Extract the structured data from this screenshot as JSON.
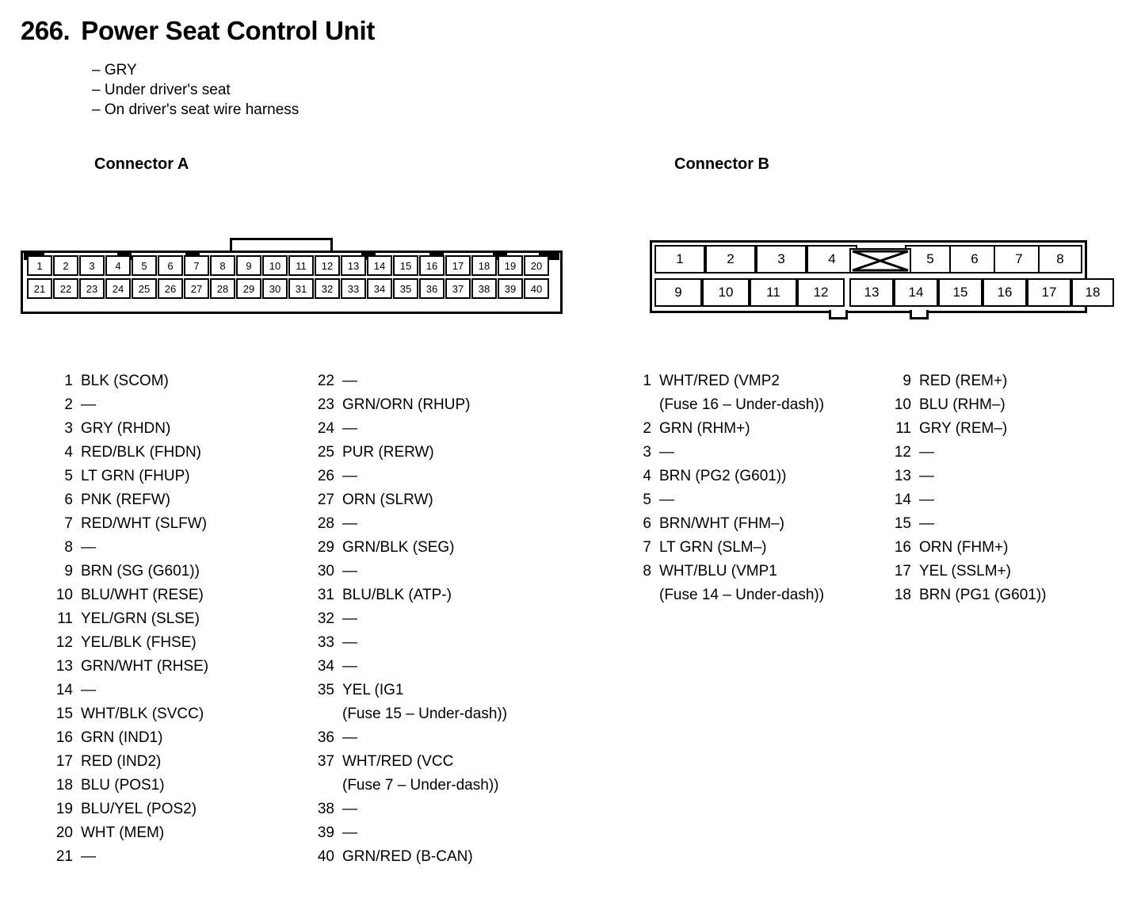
{
  "title": {
    "number": "266.",
    "text": "Power Seat Control Unit"
  },
  "subnotes": [
    "– GRY",
    "– Under driver's seat",
    "– On driver's seat wire harness"
  ],
  "connectors": {
    "a": {
      "heading": "Connector A",
      "pins_top": [
        "1",
        "2",
        "3",
        "4",
        "5",
        "6",
        "7",
        "8",
        "9",
        "10",
        "11",
        "12",
        "13",
        "14",
        "15",
        "16",
        "17",
        "18",
        "19",
        "20"
      ],
      "pins_bottom": [
        "21",
        "22",
        "23",
        "24",
        "25",
        "26",
        "27",
        "28",
        "29",
        "30",
        "31",
        "32",
        "33",
        "34",
        "35",
        "36",
        "37",
        "38",
        "39",
        "40"
      ],
      "list_left": [
        {
          "no": "1",
          "desc": "BLK (SCOM)"
        },
        {
          "no": "2",
          "desc": "—"
        },
        {
          "no": "3",
          "desc": "GRY (RHDN)"
        },
        {
          "no": "4",
          "desc": "RED/BLK (FHDN)"
        },
        {
          "no": "5",
          "desc": "LT GRN (FHUP)"
        },
        {
          "no": "6",
          "desc": "PNK (REFW)"
        },
        {
          "no": "7",
          "desc": "RED/WHT (SLFW)"
        },
        {
          "no": "8",
          "desc": "—"
        },
        {
          "no": "9",
          "desc": "BRN (SG (G601))"
        },
        {
          "no": "10",
          "desc": "BLU/WHT (RESE)"
        },
        {
          "no": "11",
          "desc": "YEL/GRN (SLSE)"
        },
        {
          "no": "12",
          "desc": "YEL/BLK (FHSE)"
        },
        {
          "no": "13",
          "desc": "GRN/WHT (RHSE)"
        },
        {
          "no": "14",
          "desc": "—"
        },
        {
          "no": "15",
          "desc": "WHT/BLK (SVCC)"
        },
        {
          "no": "16",
          "desc": "GRN (IND1)"
        },
        {
          "no": "17",
          "desc": "RED (IND2)"
        },
        {
          "no": "18",
          "desc": "BLU (POS1)"
        },
        {
          "no": "19",
          "desc": "BLU/YEL (POS2)"
        },
        {
          "no": "20",
          "desc": "WHT (MEM)"
        },
        {
          "no": "21",
          "desc": "—"
        }
      ],
      "list_right": [
        {
          "no": "22",
          "desc": "—"
        },
        {
          "no": "23",
          "desc": "GRN/ORN (RHUP)"
        },
        {
          "no": "24",
          "desc": "—"
        },
        {
          "no": "25",
          "desc": "PUR (RERW)"
        },
        {
          "no": "26",
          "desc": "—"
        },
        {
          "no": "27",
          "desc": "ORN (SLRW)"
        },
        {
          "no": "28",
          "desc": "—"
        },
        {
          "no": "29",
          "desc": "GRN/BLK (SEG)"
        },
        {
          "no": "30",
          "desc": "—"
        },
        {
          "no": "31",
          "desc": "BLU/BLK (ATP-)"
        },
        {
          "no": "32",
          "desc": "—"
        },
        {
          "no": "33",
          "desc": "—"
        },
        {
          "no": "34",
          "desc": "—"
        },
        {
          "no": "35",
          "desc": "YEL (IG1",
          "cont": "(Fuse 15 – Under-dash))"
        },
        {
          "no": "36",
          "desc": "—"
        },
        {
          "no": "37",
          "desc": "WHT/RED (VCC",
          "cont": "(Fuse 7 – Under-dash))"
        },
        {
          "no": "38",
          "desc": "—"
        },
        {
          "no": "39",
          "desc": "—"
        },
        {
          "no": "40",
          "desc": "GRN/RED (B-CAN)"
        }
      ]
    },
    "b": {
      "heading": "Connector B",
      "pins_top": [
        "1",
        "2",
        "3",
        "4",
        "5",
        "6",
        "7",
        "8"
      ],
      "pins_bottom": [
        "9",
        "10",
        "11",
        "12",
        "13",
        "14",
        "15",
        "16",
        "17",
        "18"
      ],
      "keyway_icon": "x-keyway-icon",
      "list_left": [
        {
          "no": "1",
          "desc": "WHT/RED (VMP2",
          "cont": "(Fuse 16 – Under-dash))"
        },
        {
          "no": "2",
          "desc": "GRN (RHM+)"
        },
        {
          "no": "3",
          "desc": "—"
        },
        {
          "no": "4",
          "desc": "BRN (PG2 (G601))"
        },
        {
          "no": "5",
          "desc": "—"
        },
        {
          "no": "6",
          "desc": "BRN/WHT (FHM–)"
        },
        {
          "no": "7",
          "desc": "LT GRN (SLM–)"
        },
        {
          "no": "8",
          "desc": "WHT/BLU (VMP1",
          "cont": "(Fuse 14 – Under-dash))"
        }
      ],
      "list_right": [
        {
          "no": "9",
          "desc": "RED (REM+)"
        },
        {
          "no": "10",
          "desc": "BLU (RHM–)"
        },
        {
          "no": "11",
          "desc": "GRY (REM–)"
        },
        {
          "no": "12",
          "desc": "—"
        },
        {
          "no": "13",
          "desc": "—"
        },
        {
          "no": "14",
          "desc": "—"
        },
        {
          "no": "15",
          "desc": "—"
        },
        {
          "no": "16",
          "desc": "ORN (FHM+)"
        },
        {
          "no": "17",
          "desc": "YEL (SSLM+)"
        },
        {
          "no": "18",
          "desc": "BRN (PG1 (G601))"
        }
      ]
    }
  },
  "colors": {
    "ink": "#000000",
    "paper": "#ffffff"
  }
}
